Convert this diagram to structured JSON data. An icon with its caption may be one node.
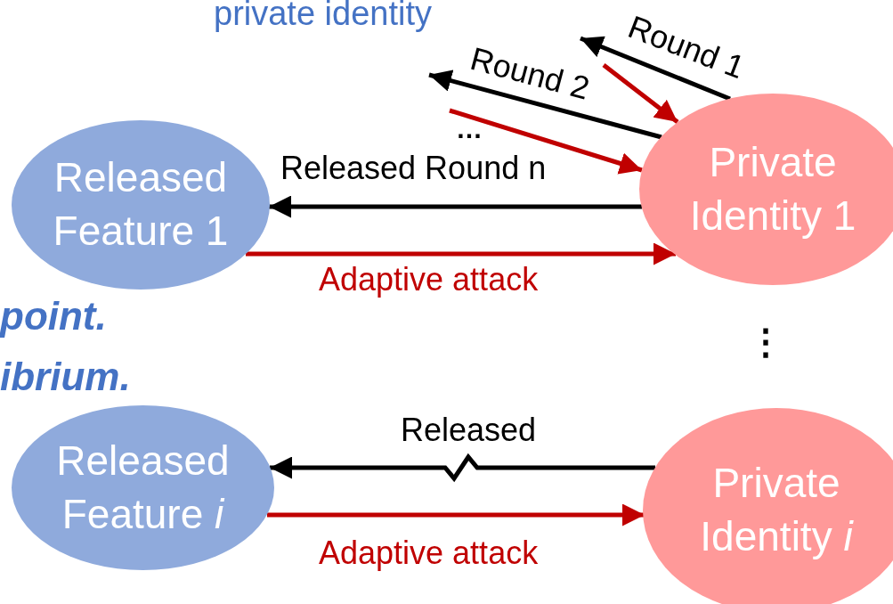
{
  "diagram": {
    "nodes": [
      {
        "text": [
          "Released Feature 1"
        ]
      },
      {
        "text": [
          "Private Identity 1"
        ]
      },
      {
        "text": [
          "Released Feature *i*"
        ]
      },
      {
        "text": [
          "Private Identity *i*"
        ]
      }
    ],
    "edges": [
      {
        "from": 1,
        "to": null,
        "arrow": "to",
        "label": "Round 1"
      },
      {
        "from": null,
        "to": 1,
        "arrow": "to",
        "color": "#c00000"
      },
      {
        "from": 1,
        "to": null,
        "arrow": "to",
        "label": "Round 2"
      },
      {
        "from": null,
        "to": 1,
        "arrow": "to",
        "color": "#c00000"
      },
      {
        "from": 1,
        "to": 0,
        "arrow": "to",
        "label": "Released Round n"
      },
      {
        "from": 0,
        "to": 1,
        "arrow": "to",
        "label": "Adaptive attack",
        "color": "#c00000"
      },
      {
        "from": 3,
        "to": 2,
        "arrow": "to",
        "label": "Released"
      },
      {
        "from": 2,
        "to": 3,
        "arrow": "to",
        "label": "Adaptive attack",
        "color": "#c00000"
      }
    ],
    "labels": [
      "private identity",
      "point.",
      "ibrium.",
      "…",
      "⋮"
    ]
  }
}
